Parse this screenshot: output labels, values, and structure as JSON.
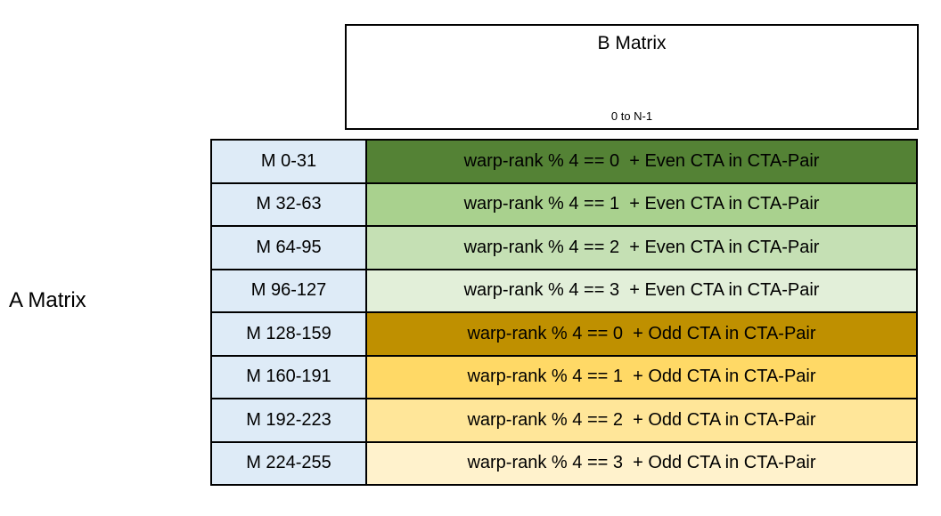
{
  "page": {
    "background": "#ffffff",
    "border_color": "#000000",
    "text_color": "#000000"
  },
  "a_matrix": {
    "label": "A Matrix"
  },
  "b_matrix": {
    "title": "B Matrix",
    "range_label": "0 to N-1"
  },
  "table": {
    "m_column_bg": "#DEEBF7",
    "rows": [
      {
        "m_range": "M 0-31",
        "mapping": "warp-rank % 4 == 0  + Even CTA in CTA-Pair",
        "bg": "#548235"
      },
      {
        "m_range": "M 32-63",
        "mapping": "warp-rank % 4 == 1  + Even CTA in CTA-Pair",
        "bg": "#A9D18E"
      },
      {
        "m_range": "M 64-95",
        "mapping": "warp-rank % 4 == 2  + Even CTA in CTA-Pair",
        "bg": "#C5E0B4"
      },
      {
        "m_range": "M 96-127",
        "mapping": "warp-rank % 4 == 3  + Even CTA in CTA-Pair",
        "bg": "#E2EFD9"
      },
      {
        "m_range": "M 128-159",
        "mapping": "warp-rank % 4 == 0  + Odd CTA in CTA-Pair",
        "bg": "#BF9000"
      },
      {
        "m_range": "M 160-191",
        "mapping": "warp-rank % 4 == 1  + Odd CTA in CTA-Pair",
        "bg": "#FFD966"
      },
      {
        "m_range": "M 192-223",
        "mapping": "warp-rank % 4 == 2  + Odd CTA in CTA-Pair",
        "bg": "#FFE699"
      },
      {
        "m_range": "M 224-255",
        "mapping": "warp-rank % 4 == 3  + Odd CTA in CTA-Pair",
        "bg": "#FFF2CC"
      }
    ]
  }
}
